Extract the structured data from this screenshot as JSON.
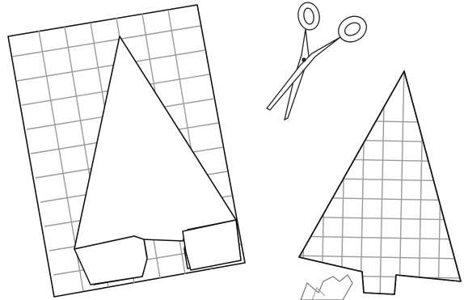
{
  "scene": {
    "objects": [
      {
        "name": "paper-sheet-with-cutout",
        "kind": "grid paper sheet with tree-shaped hole"
      },
      {
        "name": "scissors-icon",
        "kind": "scissors"
      },
      {
        "name": "cutout-tree-shape",
        "kind": "grid paper cut into tree shape"
      },
      {
        "name": "ribbon-fragment",
        "kind": "partial decorative shape at bottom edge"
      }
    ],
    "colors": {
      "paper": "#ffffff",
      "outline": "#111111",
      "grid_lines": "#9a9a9a"
    }
  }
}
